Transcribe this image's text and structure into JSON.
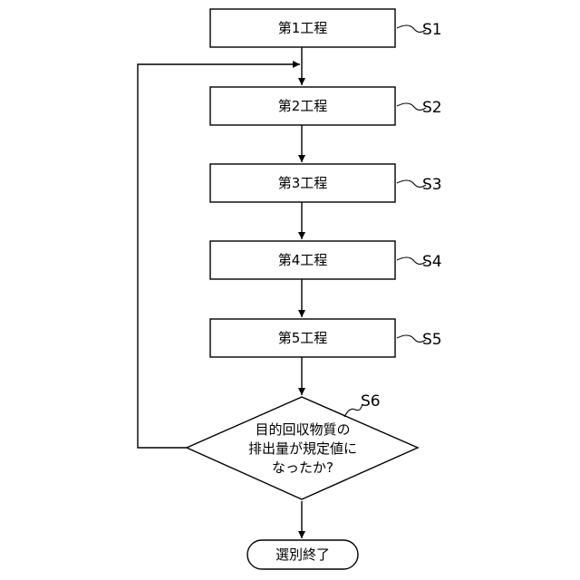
{
  "steps": [
    {
      "text": "第1工程",
      "label": "S1"
    },
    {
      "text": "第2工程",
      "label": "S2"
    },
    {
      "text": "第3工程",
      "label": "S3"
    },
    {
      "text": "第4工程",
      "label": "S4"
    },
    {
      "text": "第5工程",
      "label": "S5"
    }
  ],
  "decision": {
    "label": "S6",
    "lines": [
      "目的回収物質の",
      "排出量が規定値に",
      "なったか?"
    ]
  },
  "terminal": {
    "text": "選別終了"
  }
}
